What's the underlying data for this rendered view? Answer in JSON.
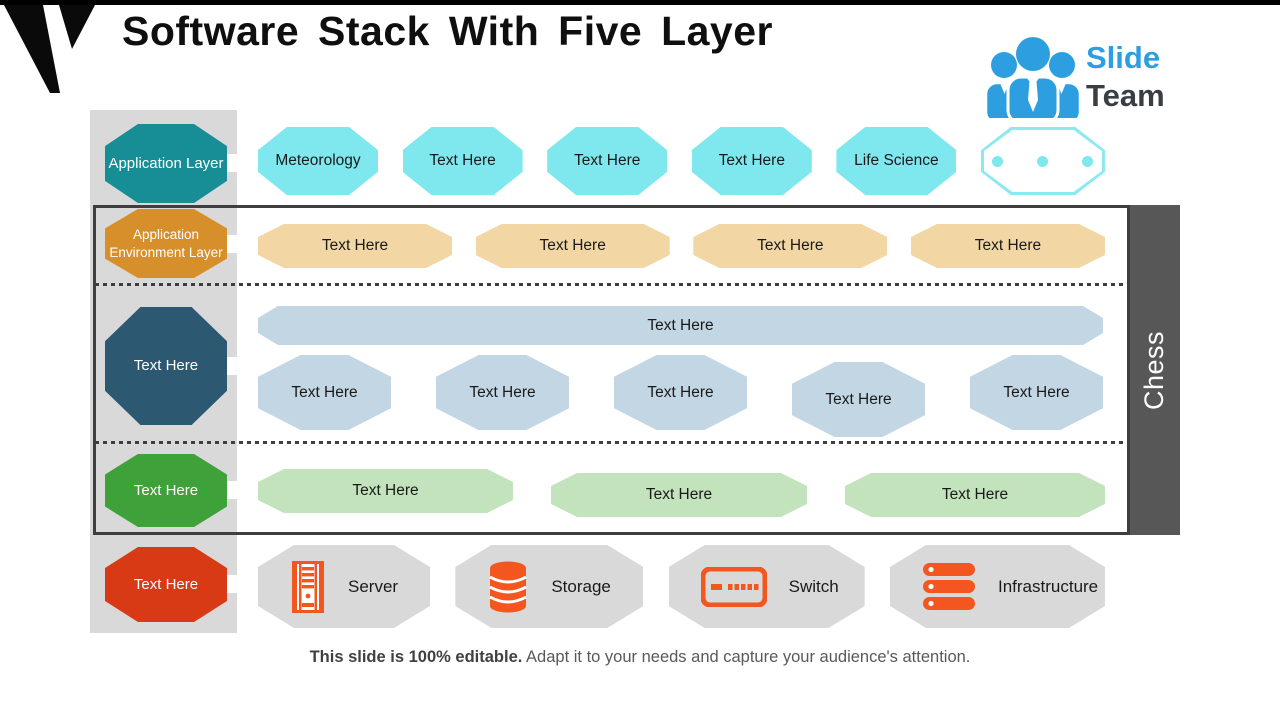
{
  "slide": {
    "title": "Software Stack With Five Layer",
    "side_label": "Chess",
    "footer_bold": "This slide is 100% editable.",
    "footer_text": " Adapt it to your needs and capture your audience's attention."
  },
  "brand": {
    "line1": "Slide",
    "line2": "Team"
  },
  "rows": {
    "row1": {
      "label": "Application Layer",
      "items": [
        "Meteorology",
        "Text Here",
        "Text Here",
        "Text Here",
        "Life Science"
      ]
    },
    "row2": {
      "label": "Application Environment Layer",
      "items": [
        "Text Here",
        "Text Here",
        "Text Here",
        "Text Here"
      ]
    },
    "row3": {
      "label": "Text Here",
      "bar": "Text Here",
      "items": [
        "Text Here",
        "Text Here",
        "Text Here",
        "Text Here",
        "Text Here"
      ]
    },
    "row4": {
      "label": "Text Here",
      "items": [
        "Text Here",
        "Text Here",
        "Text Here"
      ]
    },
    "row5": {
      "label": "Text Here",
      "items": [
        {
          "icon": "server-icon",
          "label": "Server"
        },
        {
          "icon": "storage-icon",
          "label": "Storage"
        },
        {
          "icon": "switch-icon",
          "label": "Switch"
        },
        {
          "icon": "infrastructure-icon",
          "label": "Infrastructure"
        }
      ]
    }
  },
  "colors": {
    "teal": "#178d95",
    "cyan": "#7fe8ee",
    "orange": "#d78f2c",
    "tan": "#f2d7a4",
    "navy": "#2c5871",
    "steel": "#c3d6e3",
    "green": "#3fa13a",
    "light_green": "#c2e3bc",
    "red": "#d83a16",
    "shape_gray": "#d9d9d9",
    "icon_orange": "#f4561f",
    "brand_blue": "#2d9fe0",
    "tab_gray": "#575757",
    "outline": "#3e3e3e"
  }
}
